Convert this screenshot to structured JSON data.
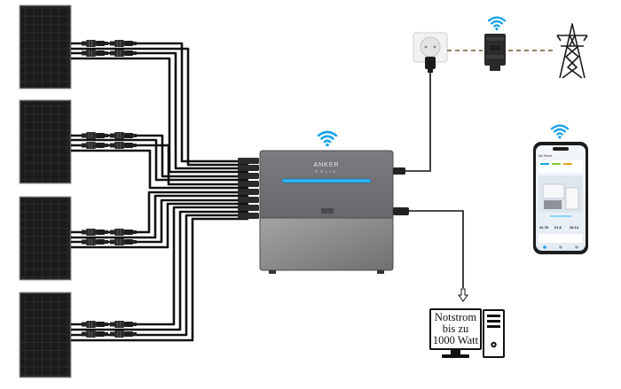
{
  "device": {
    "brand": "ANKER",
    "sub_brand": "SOLIX"
  },
  "backup_label": {
    "lines": [
      "Notstrom",
      "bis zu",
      "1000 Watt"
    ]
  },
  "phone": {
    "header": "My Home",
    "stat_values": [
      "22.78",
      "61.8",
      "28.14"
    ]
  },
  "colors": {
    "cable": "#111111",
    "wifi": "#1aa3e8",
    "panel_cell": "#1c1c1c",
    "device_body": "#6d6e70",
    "device_lower": "#8a8b8d",
    "light_bar": "#2fb7ff",
    "grid_dash": "#6e5a2a"
  },
  "icons": [
    "solar-panel-icon",
    "wifi-icon",
    "power-socket-icon",
    "smart-meter-icon",
    "power-pylon-icon",
    "smartphone-icon",
    "computer-icon",
    "down-arrow-icon"
  ],
  "solar_panel_count": 4
}
